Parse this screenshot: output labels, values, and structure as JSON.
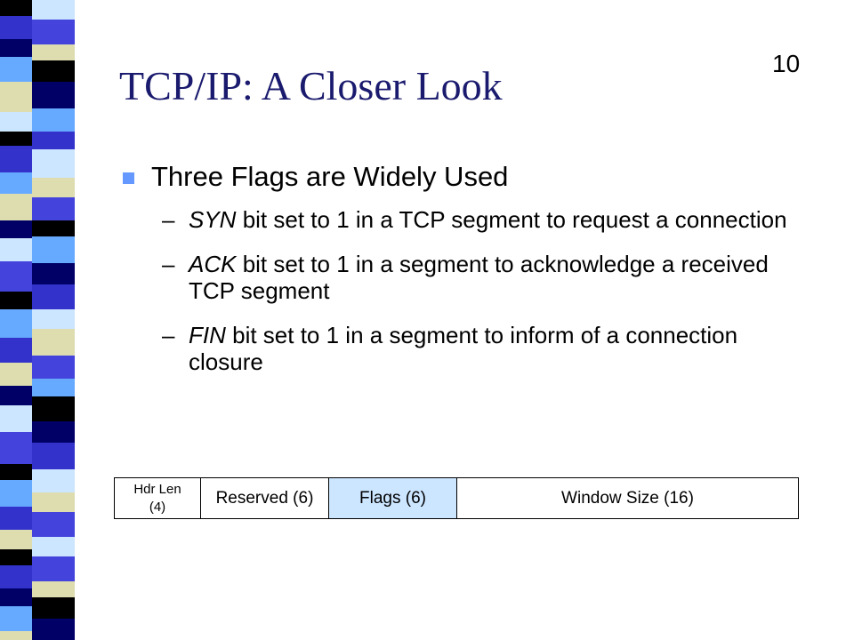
{
  "slide": {
    "number": "10",
    "title": "TCP/IP: A Closer Look"
  },
  "bullets": [
    {
      "text": "Three Flags are Widely Used",
      "sub": [
        {
          "term": "SYN",
          "rest": " bit set to 1 in a TCP segment to request a connection"
        },
        {
          "term": "ACK",
          "rest": " bit set to 1 in a segment to acknowledge a received TCP segment"
        },
        {
          "term": "FIN",
          "rest": " bit set to 1 in a segment to inform of a connection closure"
        }
      ]
    }
  ],
  "segment": {
    "fields": [
      {
        "line1": "Hdr Len",
        "line2": "(4)"
      },
      {
        "line1": "Reserved (6)"
      },
      {
        "line1": "Flags (6)"
      },
      {
        "line1": "Window Size (16)"
      }
    ]
  },
  "colors": {
    "title": "#1a1a6e",
    "bullet": "#6699ff",
    "flags_cell": "#cce6ff",
    "stripes": [
      "#3333cc",
      "#000066",
      "#66aaff",
      "#ddddb0",
      "#cce6ff",
      "#000000",
      "#4444dd"
    ]
  }
}
